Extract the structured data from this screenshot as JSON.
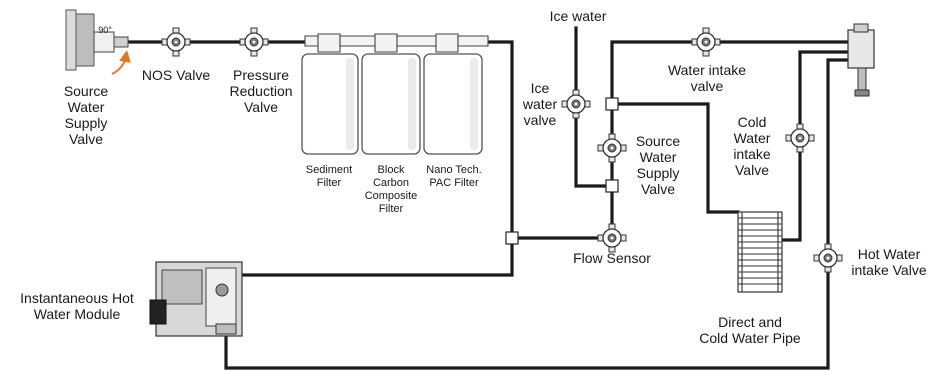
{
  "labels": {
    "source_valve_line1": "Source",
    "source_valve_line2": "Water",
    "source_valve_line3": "Supply",
    "source_valve_line4": "Valve",
    "angle": "90°",
    "nos_valve": "NOS Valve",
    "pressure_reduction_line1": "Pressure",
    "pressure_reduction_line2": "Reduction",
    "pressure_reduction_line3": "Valve",
    "sediment_line1": "Sediment",
    "sediment_line2": "Filter",
    "block_line1": "Block",
    "block_line2": "Carbon",
    "block_line3": "Composite",
    "block_line4": "Filter",
    "nano_line1": "Nano Tech.",
    "nano_line2": "PAC Filter",
    "ice_water": "Ice water",
    "ice_water_valve_line1": "Ice",
    "ice_water_valve_line2": "water",
    "ice_water_valve_line3": "valve",
    "source_supply2_line1": "Source",
    "source_supply2_line2": "Water",
    "source_supply2_line3": "Supply",
    "source_supply2_line4": "Valve",
    "water_intake_line1": "Water intake",
    "water_intake_line2": "valve",
    "cold_intake_line1": "Cold",
    "cold_intake_line2": "Water",
    "cold_intake_line3": "intake",
    "cold_intake_line4": "Valve",
    "flow_sensor": "Flow Sensor",
    "hot_intake_line1": "Hot Water",
    "hot_intake_line2": "intake Valve",
    "hot_module_line1": "Instantaneous Hot",
    "hot_module_line2": "Water Module",
    "cold_pipe_line1": "Direct and",
    "cold_pipe_line2": "Cold Water Pipe"
  },
  "colors": {
    "pipe": "#1b1b1b",
    "rotation_arrow": "#e2772a",
    "text": "#1a1a1a"
  }
}
